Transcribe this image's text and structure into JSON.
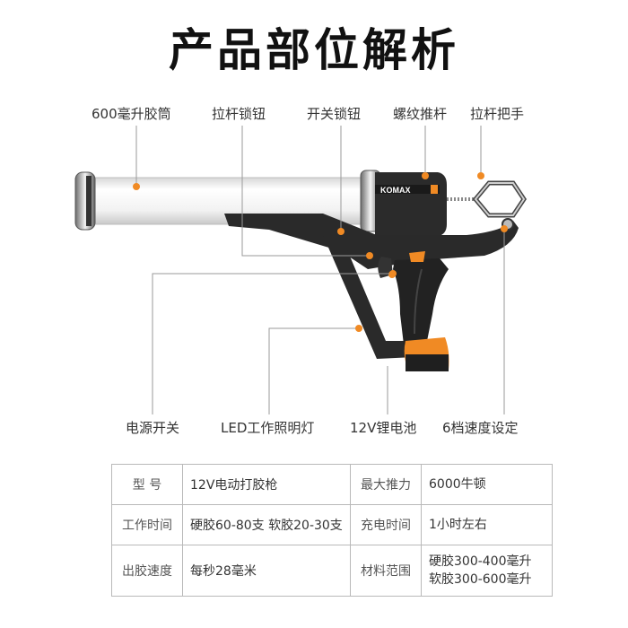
{
  "title": "产品部位解析",
  "brand": "KOMAX",
  "labels": {
    "cartridge": "600毫升胶筒",
    "rod_lock": "拉杆锁钮",
    "switch_lock": "开关锁钮",
    "screw_rod": "螺纹推杆",
    "rod_handle": "拉杆把手",
    "power_switch": "电源开关",
    "led": "LED工作照明灯",
    "battery": "12V锂电池",
    "speed": "6档速度设定"
  },
  "specs": [
    {
      "k1": "型 号",
      "v1": "12V电动打胶枪",
      "k2": "最大推力",
      "v2": "6000牛顿"
    },
    {
      "k1": "工作时间",
      "v1": "硬胶60-80支 软胶20-30支",
      "k2": "充电时间",
      "v2": "1小时左右"
    },
    {
      "k1": "出胶速度",
      "v1": "每秒28毫米",
      "k2": "材料范围",
      "v2": "硬胶300-400毫升",
      "v2b": "软胶300-600毫升"
    }
  ],
  "colors": {
    "accent": "#f08a24",
    "body": "#2a2a2a",
    "line": "#9a9a9a"
  }
}
